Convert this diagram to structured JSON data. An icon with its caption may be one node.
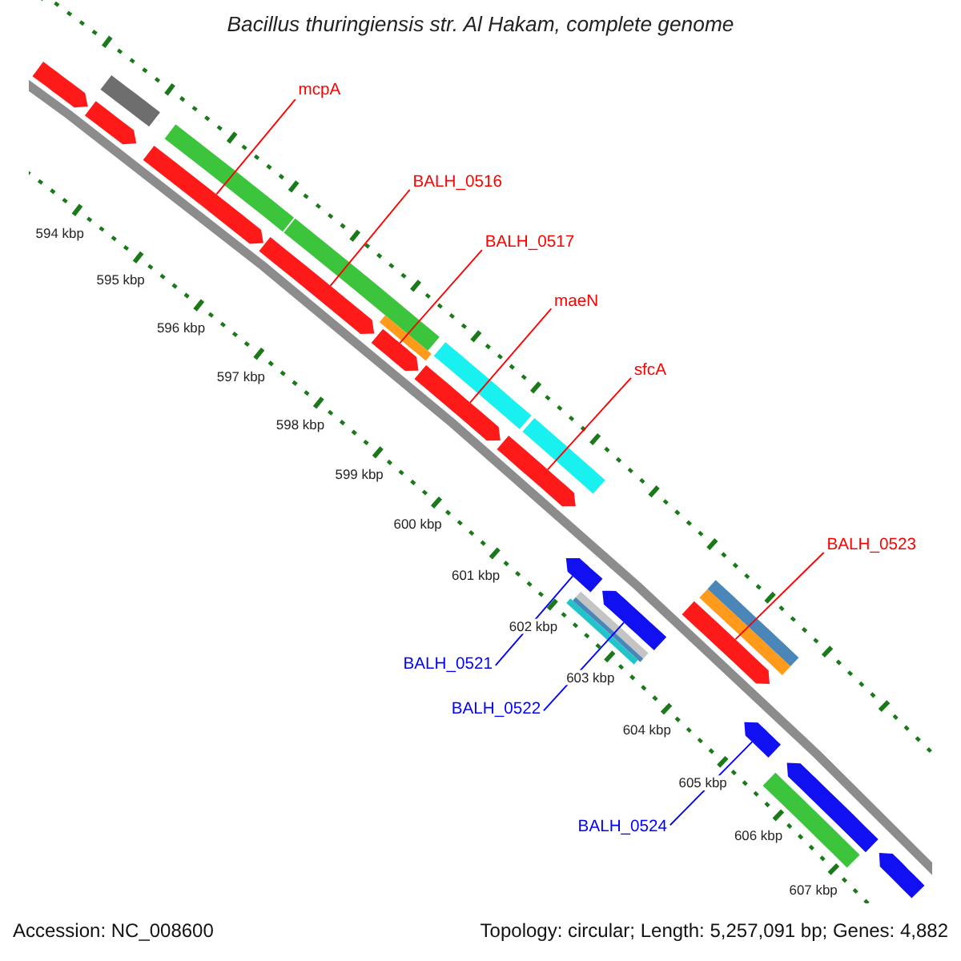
{
  "diagram": {
    "title": "Bacillus thuringiensis str. Al Hakam, complete genome",
    "nodes": [
      {
        "text": [
          "mcpA"
        ]
      },
      {
        "text": [],
        "shape": "arrow"
      },
      {
        "text": [
          "BALH_0516"
        ]
      },
      {
        "text": [],
        "shape": "arrow"
      },
      {
        "text": [
          "BALH_0517"
        ]
      },
      {
        "text": [],
        "shape": "arrow"
      },
      {
        "text": [
          "maeN"
        ]
      },
      {
        "text": [],
        "shape": "arrow"
      },
      {
        "text": [
          "sfcA"
        ]
      },
      {
        "text": [],
        "shape": "arrow"
      },
      {
        "text": [
          "BALH_0523"
        ]
      },
      {
        "text": [],
        "shape": "arrow"
      },
      {
        "text": [
          "BALH_0521"
        ]
      },
      {
        "text": [],
        "shape": "arrow"
      },
      {
        "text": [
          "BALH_0522"
        ]
      },
      {
        "text": [],
        "shape": "arrow"
      },
      {
        "text": [
          "BALH_0524"
        ]
      },
      {
        "text": [],
        "shape": "arrow"
      }
    ],
    "edges": [
      {
        "from": 0,
        "to": 1,
        "arrow": "none"
      },
      {
        "from": 2,
        "to": 3,
        "arrow": "none"
      },
      {
        "from": 4,
        "to": 5,
        "arrow": "none"
      },
      {
        "from": 6,
        "to": 7,
        "arrow": "none"
      },
      {
        "from": 8,
        "to": 9,
        "arrow": "none"
      },
      {
        "from": 10,
        "to": 11,
        "arrow": "none"
      },
      {
        "from": 12,
        "to": 13,
        "arrow": "none",
        "color": "#0000ff"
      },
      {
        "from": 14,
        "to": 15,
        "arrow": "none",
        "color": "#0000ff"
      },
      {
        "from": 16,
        "to": 17,
        "arrow": "none",
        "color": "#0000ff"
      }
    ],
    "labels": [
      "594 kbp",
      "595 kbp",
      "596 kbp",
      "597 kbp",
      "598 kbp",
      "599 kbp",
      "600 kbp",
      "601 kbp",
      "602 kbp",
      "603 kbp",
      "604 kbp",
      "605 kbp",
      "606 kbp",
      "607 kbp",
      "Accession: NC_008600",
      "Topology: circular; Length: 5,257,091 bp; Genes: 4,882"
    ]
  }
}
